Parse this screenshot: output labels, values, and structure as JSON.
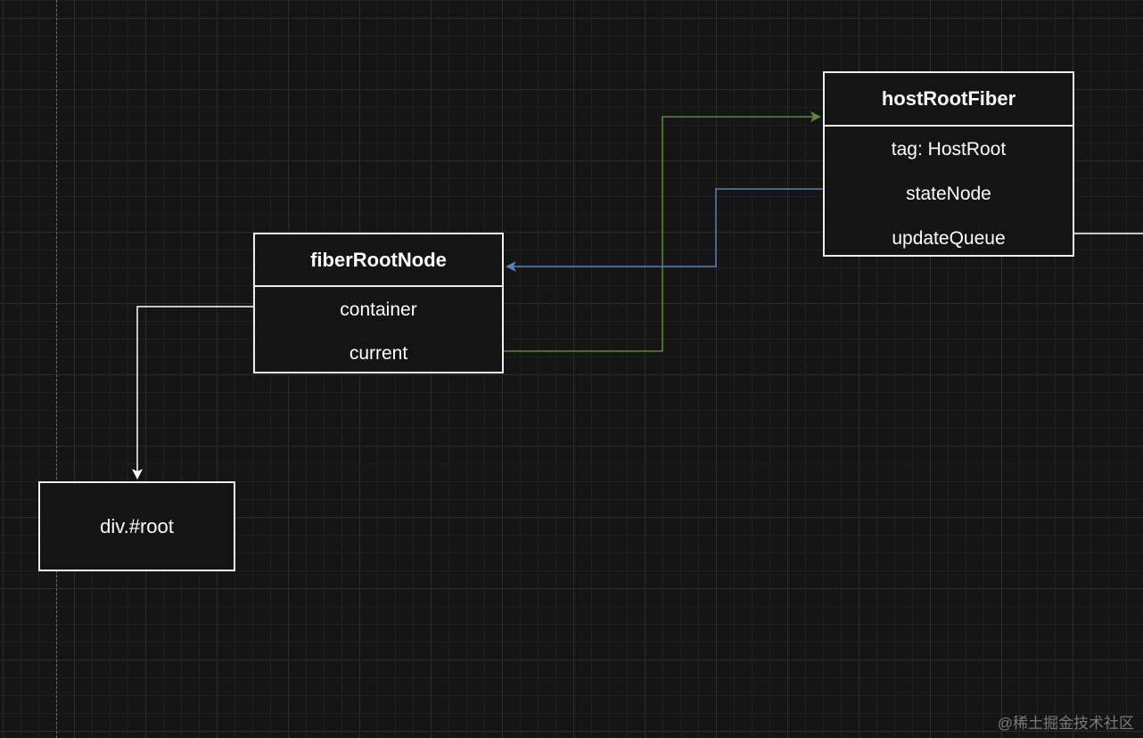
{
  "nodes": {
    "fiberRootNode": {
      "title": "fiberRootNode",
      "fields": [
        "container",
        "current"
      ]
    },
    "hostRootFiber": {
      "title": "hostRootFiber",
      "fields": [
        "tag: HostRoot",
        "stateNode",
        "updateQueue"
      ]
    },
    "divRoot": {
      "label": "div.#root"
    }
  },
  "edges": [
    {
      "from": "fiberRootNode.container",
      "to": "divRoot",
      "color": "#ffffff"
    },
    {
      "from": "fiberRootNode.current",
      "to": "hostRootFiber",
      "color": "#5b8a3c"
    },
    {
      "from": "hostRootFiber.stateNode",
      "to": "fiberRootNode",
      "color": "#5b7fb8"
    },
    {
      "from": "hostRootFiber.updateQueue",
      "to": "offscreen-right",
      "color": "#ffffff"
    }
  ],
  "colors": {
    "background": "#151515",
    "grid": "#2b2b2b",
    "node_border": "#ededed",
    "edge_white": "#ffffff",
    "edge_green": "#5b8a3c",
    "edge_blue": "#5b7fb8"
  },
  "watermark": "@稀土掘金技术社区"
}
